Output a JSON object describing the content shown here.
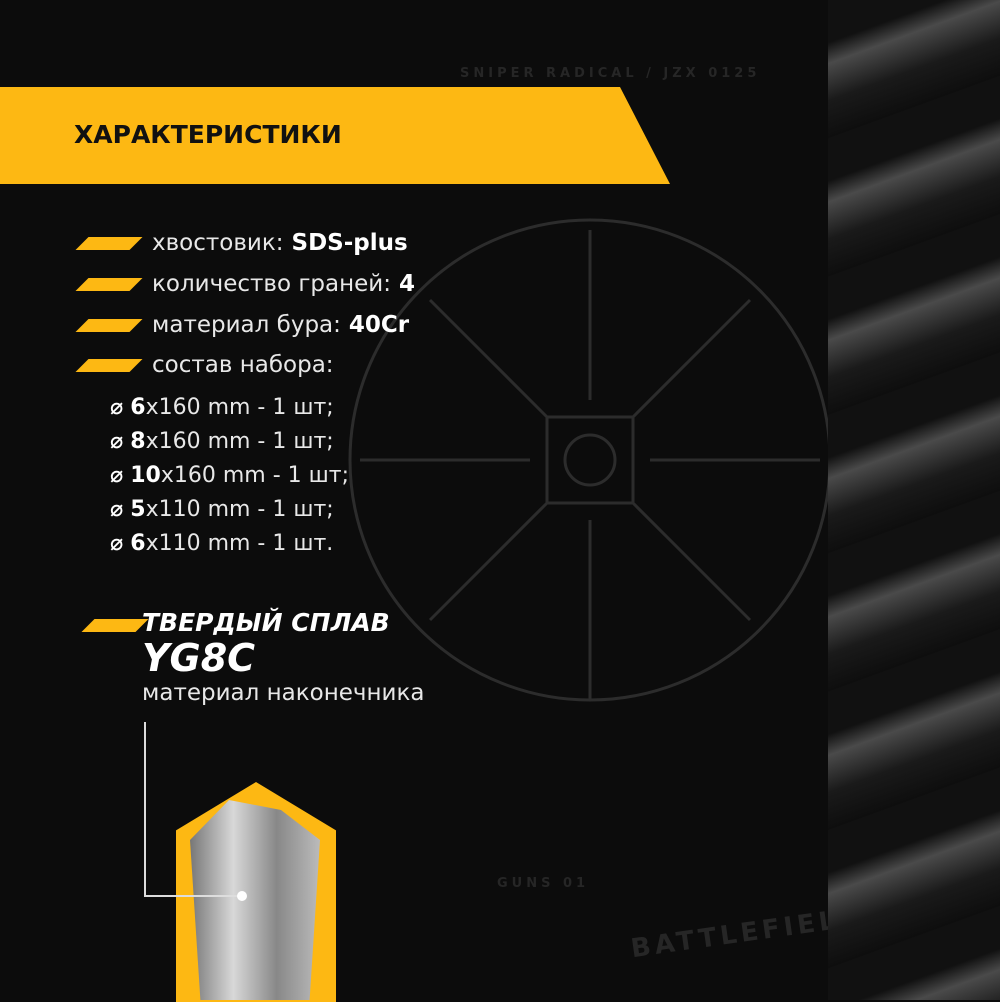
{
  "background_texts": {
    "top": "SNIPER RADICAL / JZX 0125",
    "guns": "GUNS 01",
    "battlefield": "BATTLEFIELD"
  },
  "banner_title": "ХАРАКТЕРИСТИКИ",
  "specs": [
    {
      "label": "хвостовик:",
      "value": "SDS-plus"
    },
    {
      "label": "количество граней:",
      "value": "4"
    },
    {
      "label": "материал бура:",
      "value": "40Cr"
    },
    {
      "label": "состав набора:",
      "value": ""
    }
  ],
  "set_items": [
    {
      "symbol": "⌀",
      "size": "6",
      "rest": "x160 mm - 1 шт;"
    },
    {
      "symbol": "⌀",
      "size": "8",
      "rest": "x160 mm - 1 шт;"
    },
    {
      "symbol": "⌀",
      "size": "10",
      "rest": "x160 mm - 1 шт;"
    },
    {
      "symbol": "⌀",
      "size": "5",
      "rest": "x110 mm - 1 шт;"
    },
    {
      "symbol": "⌀",
      "size": "6",
      "rest": "x110 mm - 1 шт."
    }
  ],
  "alloy": {
    "title": "ТВЕРДЫЙ СПЛАВ",
    "grade": "YG8C",
    "caption": "материал наконечника"
  },
  "colors": {
    "accent": "#fdb813",
    "background": "#0c0c0c"
  }
}
